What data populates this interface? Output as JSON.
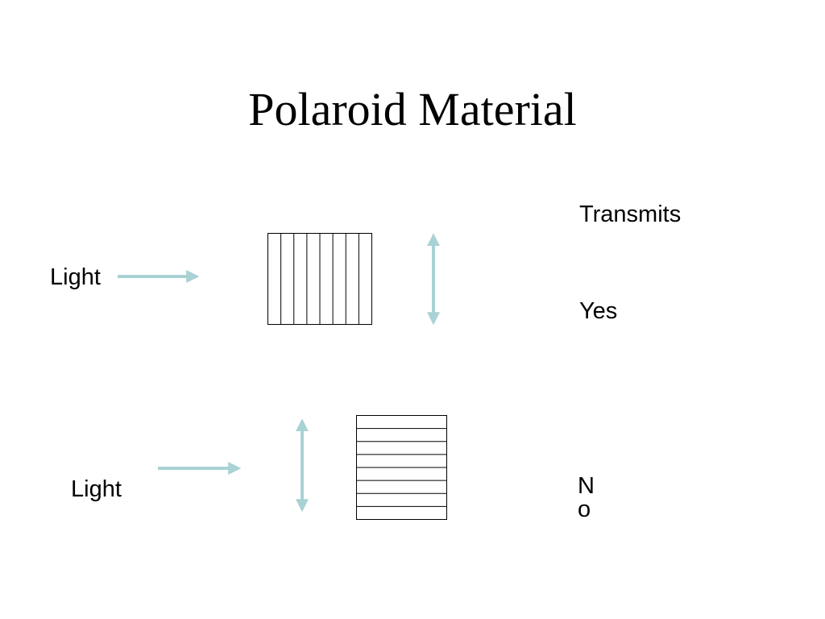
{
  "title": "Polaroid Material",
  "header": {
    "result": "Transmits"
  },
  "rows": [
    {
      "input_label": "Light",
      "grid_orientation": "vertical",
      "polarization": "vertical",
      "transmits": "Yes"
    },
    {
      "input_label": "Light",
      "grid_orientation": "horizontal",
      "polarization": "vertical",
      "transmits": "No"
    }
  ],
  "colors": {
    "arrow": "#a9d2d4",
    "grid": "#000000",
    "text": "#000000"
  }
}
